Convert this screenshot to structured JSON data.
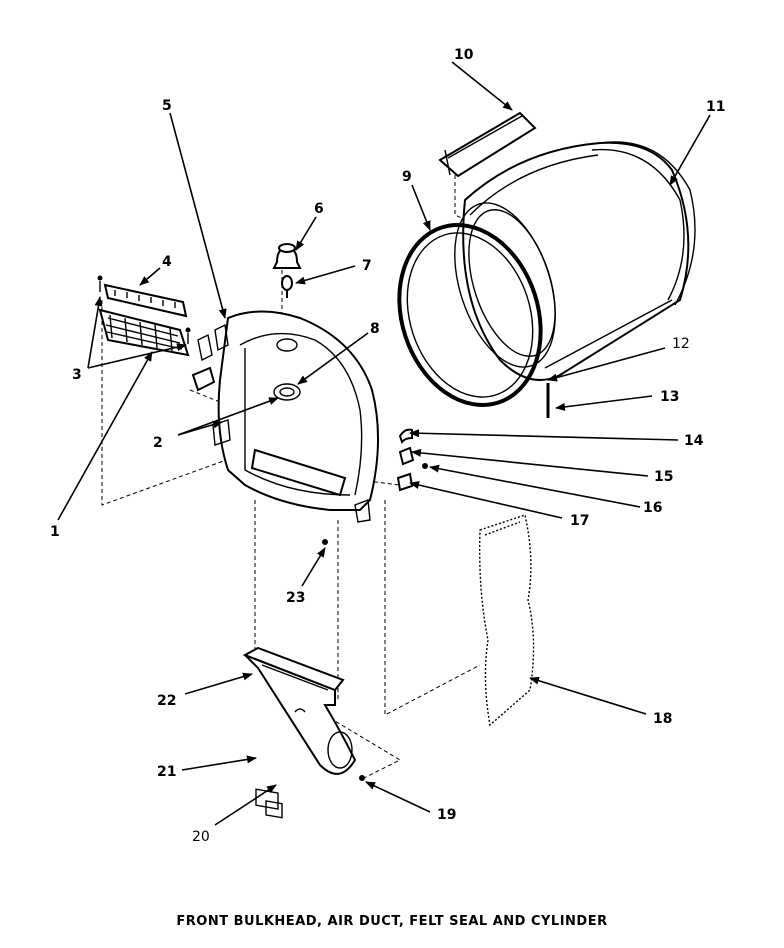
{
  "caption": "FRONT BULKHEAD, AIR DUCT, FELT SEAL AND CYLINDER",
  "callouts": {
    "c1": "1",
    "c2": "2",
    "c3": "3",
    "c4": "4",
    "c5": "5",
    "c6": "6",
    "c7": "7",
    "c8": "8",
    "c9": "9",
    "c10": "10",
    "c11": "11",
    "c12": "12",
    "c13": "13",
    "c14": "14",
    "c15": "15",
    "c16": "16",
    "c17": "17",
    "c18": "18",
    "c19": "19",
    "c20": "20",
    "c21": "21",
    "c22": "22",
    "c23": "23"
  }
}
